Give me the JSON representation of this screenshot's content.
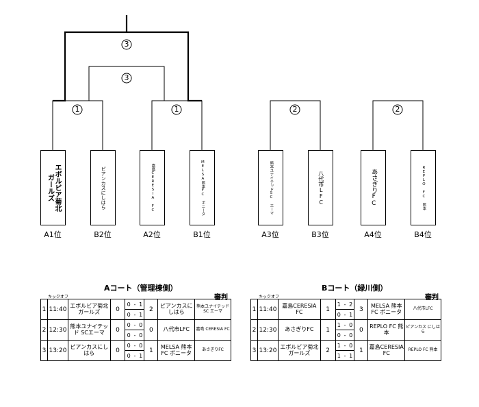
{
  "bracket": {
    "seeds": {
      "final": "3",
      "third": "3",
      "a_left": "1",
      "a_right": "1",
      "b_left": "2",
      "b_right": "2"
    },
    "teams": [
      {
        "name": "エボルビア菊北\nガールズ",
        "seed_label": "A1位"
      },
      {
        "name": "ピアンカスにしはら",
        "seed_label": "B2位"
      },
      {
        "name": "嘉島CERESIA FC",
        "seed_label": "A2位"
      },
      {
        "name": "MELSA熊本FC ボニータ",
        "seed_label": "B1位"
      },
      {
        "name": "熊本ユナイテッドSC エーマ",
        "seed_label": "A3位"
      },
      {
        "name": "八代市LFC",
        "seed_label": "B3位"
      },
      {
        "name": "あさぎりFC",
        "seed_label": "A4位"
      },
      {
        "name": "REPLO FC 熊本",
        "seed_label": "B4位"
      }
    ]
  },
  "courtA": {
    "title": "Aコート（管理棟側）",
    "kickoff_label": "キックオフ",
    "referee_label": "審判",
    "matches": [
      {
        "no": "1",
        "time": "11:40",
        "home": "エボルビア菊北 ガールズ",
        "home_score": "0",
        "h1": "0",
        "a1": "1",
        "h2": "0",
        "a2": "1",
        "away_score": "2",
        "away": "ピアンカスにしはら",
        "referee": "熊本ユナイテッドSC エーマ"
      },
      {
        "no": "2",
        "time": "12:30",
        "home": "熊本ユナイテッド SCエーマ",
        "home_score": "0",
        "h1": "0",
        "a1": "0",
        "h2": "0",
        "a2": "0",
        "away_score": "0",
        "away": "八代市LFC",
        "referee": "嘉島 CERESIA FC"
      },
      {
        "no": "3",
        "time": "13:20",
        "home": "ピアンカスにしはら",
        "home_score": "0",
        "h1": "0",
        "a1": "0",
        "h2": "0",
        "a2": "1",
        "away_score": "1",
        "away": "MELSA 熊本FC ボニータ",
        "referee": "あさぎりFC"
      }
    ]
  },
  "courtB": {
    "title": "Bコート（緑川側）",
    "kickoff_label": "キックオフ",
    "referee_label": "審判",
    "matches": [
      {
        "no": "1",
        "time": "11:40",
        "home": "嘉島CERESIA FC",
        "home_score": "1",
        "h1": "1",
        "a1": "2",
        "h2": "0",
        "a2": "1",
        "away_score": "3",
        "away": "MELSA 熊本FC ボニータ",
        "referee": "八代市LFC"
      },
      {
        "no": "2",
        "time": "12:30",
        "home": "あさぎりFC",
        "home_score": "1",
        "h1": "1",
        "a1": "0",
        "h2": "0",
        "a2": "0",
        "away_score": "0",
        "away": "REPLO FC 熊本",
        "referee": "ピアンカス にしはら"
      },
      {
        "no": "3",
        "time": "13:20",
        "home": "エボルビア菊北 ガールズ",
        "home_score": "2",
        "h1": "1",
        "a1": "0",
        "h2": "1",
        "a2": "1",
        "away_score": "1",
        "away": "嘉島CERESIA FC",
        "referee": "REPLO FC 熊本"
      }
    ]
  }
}
